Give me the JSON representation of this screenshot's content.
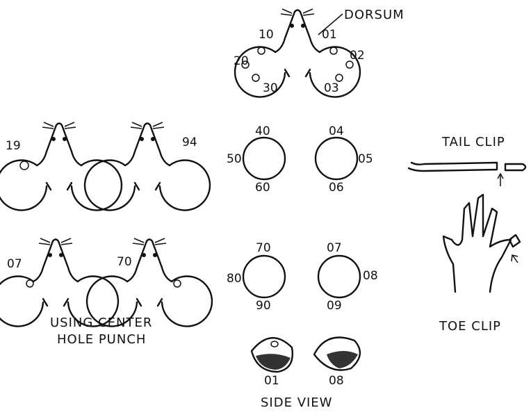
{
  "title_label": "DORSUM",
  "top_mouse": {
    "labels": [
      "10",
      "01",
      "20",
      "02",
      "30",
      "03"
    ]
  },
  "single_punch": {
    "left_label": "19",
    "right_label": "94"
  },
  "center_punch": {
    "left_label": "07",
    "right_label": "70",
    "caption_line1": "USING CENTER",
    "caption_line2": "HOLE PUNCH"
  },
  "ears_row1": {
    "left": [
      "40",
      "50",
      "60"
    ],
    "right": [
      "04",
      "05",
      "06"
    ]
  },
  "ears_row2": {
    "left": [
      "70",
      "80",
      "90"
    ],
    "right": [
      "07",
      "08",
      "09"
    ]
  },
  "side_view": {
    "labels": [
      "01",
      "08"
    ],
    "caption": "SIDE VIEW"
  },
  "tail_clip": {
    "label": "TAIL CLIP"
  },
  "toe_clip": {
    "label": "TOE CLIP"
  }
}
